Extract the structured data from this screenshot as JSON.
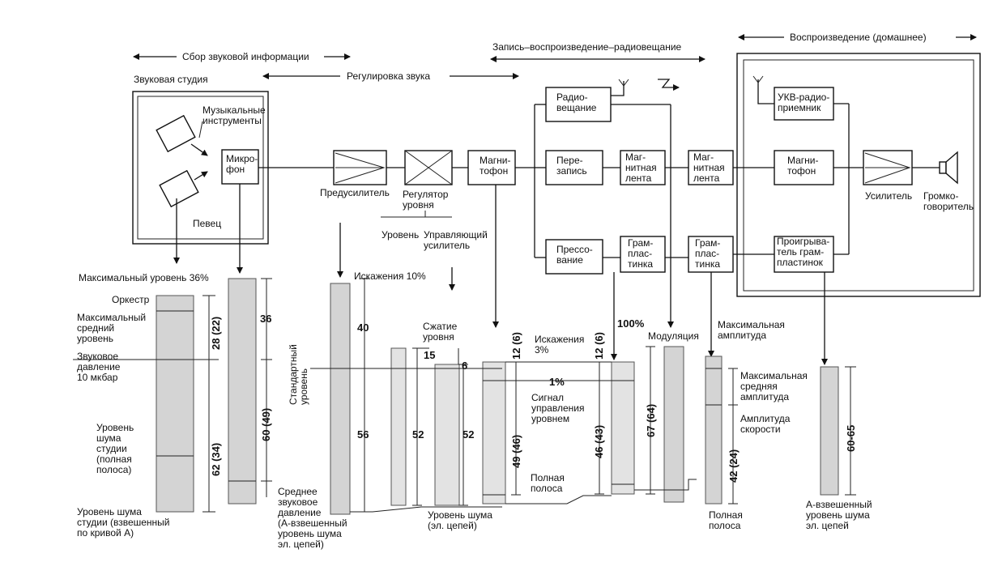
{
  "header": {
    "collect": "Сбор звуковой информации",
    "regulation": "Регулировка звука",
    "record": "Запись–воспроизведение–радиовещание",
    "home": "Воспроизведение (домашнее)",
    "studio": "Звуковая студия"
  },
  "blocks": {
    "instruments": [
      "Музыкальные",
      "инструменты"
    ],
    "singer": "Певец",
    "mic": [
      "Микро-",
      "фон"
    ],
    "preamp": "Предусилитель",
    "level_reg": [
      "Регулятор",
      "уровня"
    ],
    "level": "Уровень",
    "ctrl_amp": [
      "Управляющий",
      "усилитель"
    ],
    "recorder1": [
      "Магни-",
      "тофон"
    ],
    "broadcast": [
      "Радио-",
      "вещание"
    ],
    "rerecord": [
      "Пере-",
      "запись"
    ],
    "pressing": [
      "Прессо-",
      "вание"
    ],
    "tape1": [
      "Маг-",
      "нитная",
      "лента"
    ],
    "disc1": [
      "Грам-",
      "плас-",
      "тинка"
    ],
    "tape2": [
      "Маг-",
      "нитная",
      "лента"
    ],
    "disc2": [
      "Грам-",
      "плас-",
      "тинка"
    ],
    "fm_receiver": [
      "УКВ-радио-",
      "приемник"
    ],
    "recorder2": [
      "Магни-",
      "тофон"
    ],
    "player": [
      "Проигрыва-",
      "тель грам-",
      "пластинок"
    ],
    "amplifier": "Усилитель",
    "speaker": [
      "Громко-",
      "говоритель"
    ]
  },
  "labels": {
    "max_level": "Максимальный уровень 36%",
    "orchestra": "Оркестр",
    "max_avg": [
      "Максимальный",
      "средний",
      "уровень"
    ],
    "sound_pressure": [
      "Звуковое",
      "давление",
      "10 мкбар"
    ],
    "studio_noise": [
      "Уровень",
      "шума",
      "студии",
      "(полная",
      "полоса)"
    ],
    "studio_noise_a": [
      "Уровень шума",
      "студии (взвешенный",
      "по кривой A)"
    ],
    "standard_level": [
      "Стандартный",
      "уровень"
    ],
    "distortion10": "Искажения 10%",
    "avg_pressure": [
      "Среднее",
      "звуковое",
      "давление",
      "(A-взвешенный",
      "уровень шума",
      "эл. цепей)"
    ],
    "compression": [
      "Сжатие",
      "уровня"
    ],
    "noise_level": [
      "Уровень шума",
      "(эл. цепей)"
    ],
    "distortion3": [
      "Искажения",
      "3%"
    ],
    "one_pct": "1%",
    "ctrl_signal": [
      "Сигнал",
      "управления",
      "уровнем"
    ],
    "full_band1": [
      "Полная",
      "полоса"
    ],
    "hundred": "100%",
    "modulation": "Модуляция",
    "max_ampl": [
      "Максимальная",
      "амплитуда"
    ],
    "max_avg_ampl": [
      "Максимальная",
      "средняя",
      "амплитуда"
    ],
    "velocity_ampl": [
      "Амплитуда",
      "скорости"
    ],
    "full_band2": [
      "Полная",
      "полоса"
    ],
    "a_noise": [
      "A-взвешенный",
      "уровень шума",
      "эл. цепей"
    ]
  },
  "numbers": {
    "n28_22": "28 (22)",
    "n62_34": "62 (34)",
    "n36": "36",
    "n60_49": "60 (49)",
    "n40": "40",
    "n56": "56",
    "n15": "15",
    "n52a": "52",
    "n6": "6",
    "n52b": "52",
    "n12_6a": "12 (6)",
    "n49_46": "49 (46)",
    "n12_6b": "12 (6)",
    "n46_43": "46 (43)",
    "n67_64": "67 (64)",
    "n42_24": "42 (24)",
    "n60_65": "60-65"
  }
}
